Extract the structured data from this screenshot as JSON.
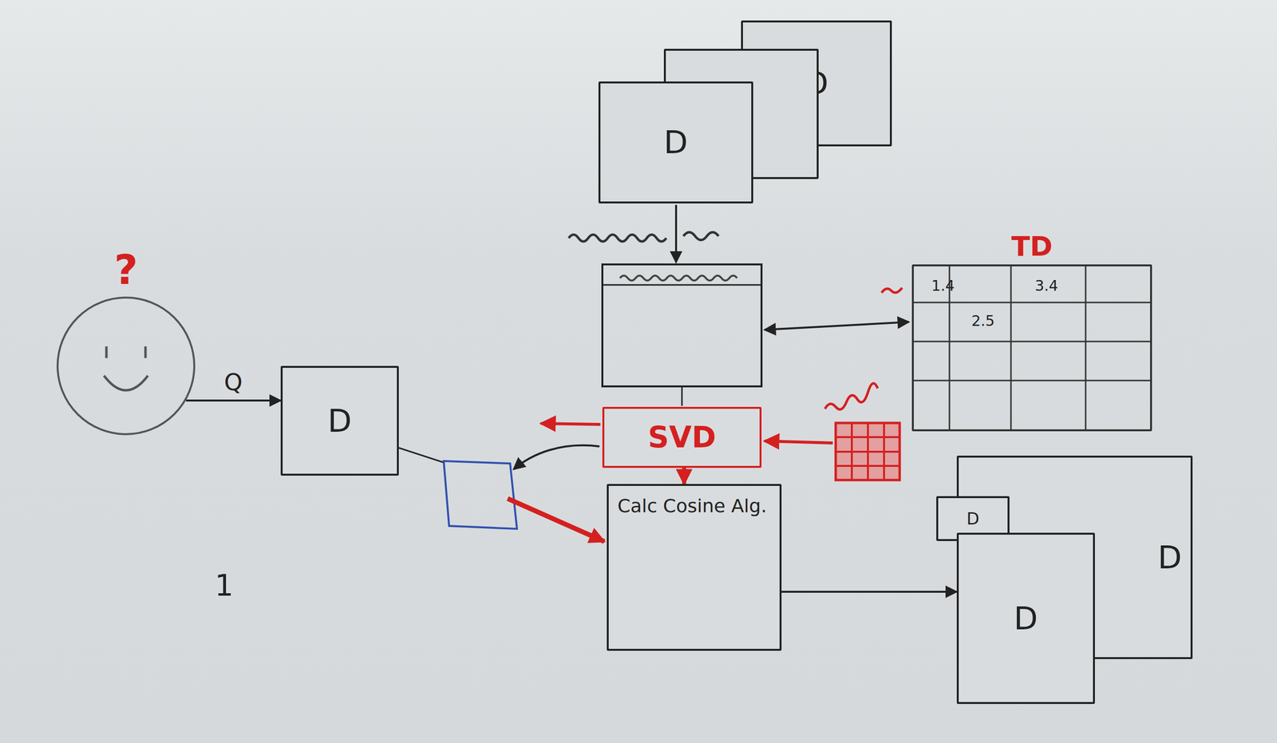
{
  "diagram": {
    "nodes": [
      {
        "text": [
          "D"
        ]
      },
      {
        "text": [
          "D"
        ]
      },
      {
        "text": [
          "D"
        ]
      },
      {
        "text": [
          "TD"
        ]
      },
      {
        "text": [
          "?"
        ]
      },
      {
        "text": [
          "D"
        ]
      },
      {
        "text": [
          "SVD"
        ]
      },
      {
        "text": [
          "Calc Cosine Alg."
        ]
      },
      {
        "text": [
          "D"
        ]
      },
      {
        "text": [
          "D"
        ]
      },
      {
        "text": [
          "D"
        ]
      }
    ],
    "edges": [
      {
        "from": 4,
        "to": 5,
        "arrow": "to",
        "label": "Q"
      },
      {
        "from": 6,
        "to": 7,
        "arrow": "to"
      },
      {
        "from": 7,
        "to": 10,
        "arrow": "to"
      }
    ],
    "labels": [
      "1.4",
      "3.4",
      "2.5",
      "1"
    ]
  }
}
